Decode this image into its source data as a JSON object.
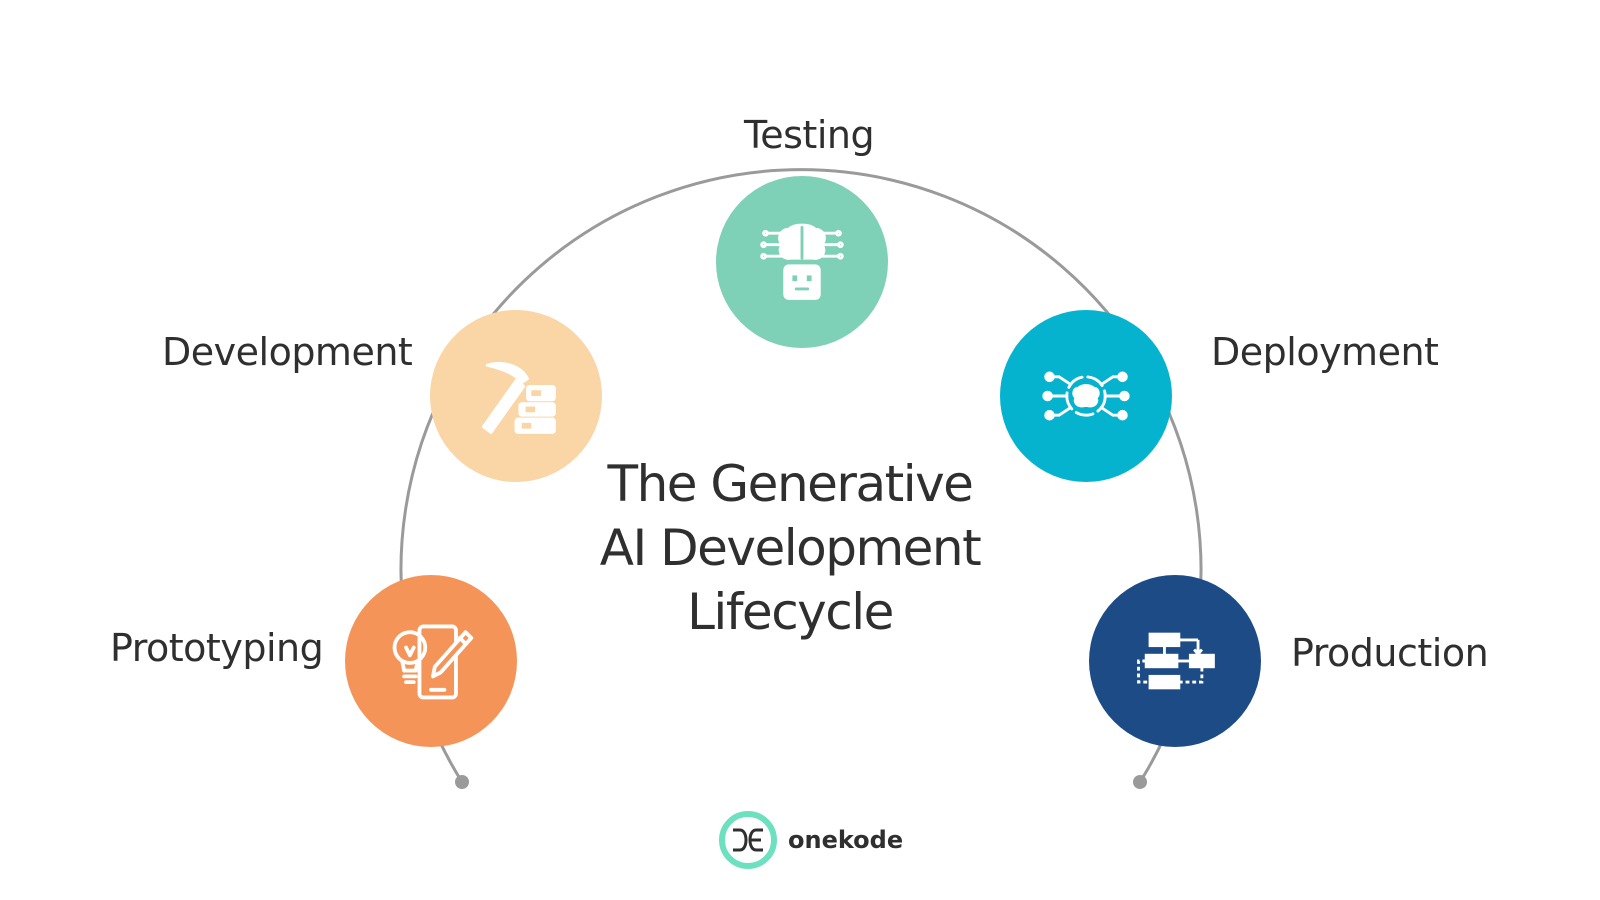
{
  "title": {
    "line1": "The Generative",
    "line2": "AI Development",
    "line3": "Lifecycle"
  },
  "stages": [
    {
      "id": "prototyping",
      "label": "Prototyping",
      "color": "#f59458",
      "icon": "idea-sketch-icon"
    },
    {
      "id": "development",
      "label": "Development",
      "color": "#fad5a6",
      "icon": "hammer-blocks-icon"
    },
    {
      "id": "testing",
      "label": "Testing",
      "color": "#7ed0b6",
      "icon": "brain-robot-icon"
    },
    {
      "id": "deployment",
      "label": "Deployment",
      "color": "#05b3cf",
      "icon": "brain-network-icon"
    },
    {
      "id": "production",
      "label": "Production",
      "color": "#1d4b86",
      "icon": "flowchart-icon"
    }
  ],
  "connector_color": "#9a9a9a",
  "logo": {
    "text": "onekode",
    "ring_color": "#6de0c0"
  }
}
